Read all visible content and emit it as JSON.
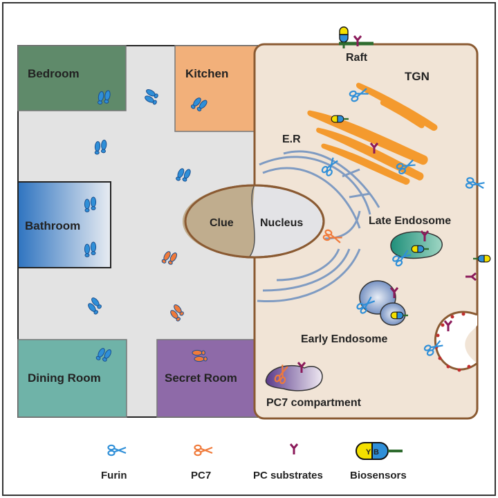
{
  "rooms": {
    "bedroom": "Bedroom",
    "kitchen": "Kitchen",
    "bathroom": "Bathroom",
    "dining_room": "Dining Room",
    "secret_room": "Secret Room"
  },
  "cell": {
    "clue": "Clue",
    "nucleus": "Nucleus",
    "er": "E.R",
    "tgn": "TGN",
    "raft": "Raft",
    "late_endosome": "Late Endosome",
    "early_endosome": "Early Endosome",
    "pc7_compartment": "PC7 compartment"
  },
  "legend": {
    "furin": "Furin",
    "pc7": "PC7",
    "pc_substrates": "PC substrates",
    "biosensors": "Biosensors",
    "biosensor_y": "Y",
    "biosensor_b": "B"
  },
  "colors": {
    "furin": "#2f8fd8",
    "pc7": "#f07a3a",
    "substrate": "#8b1a5a",
    "bedroom": "#5f8a6a",
    "kitchen": "#f2b07a",
    "dining": "#6fb3a8",
    "secret": "#8e6aa8",
    "cell_fill": "#f1e4d6",
    "cell_border": "#8a5a32",
    "tgn": "#f49a2e",
    "floor": "#e3e3e3"
  }
}
